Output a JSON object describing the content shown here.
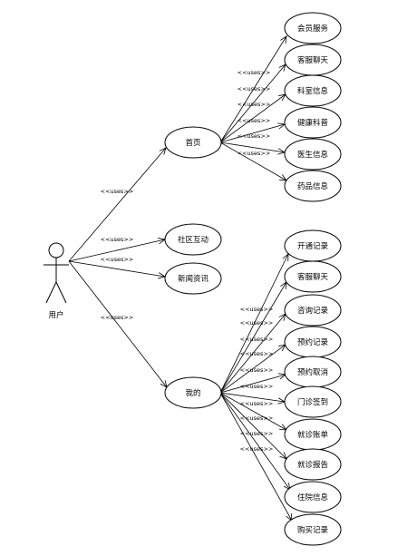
{
  "actor": {
    "label": "用户"
  },
  "stereotype": "<<uses>>",
  "level1": [
    {
      "id": "home",
      "label": "首页"
    },
    {
      "id": "community",
      "label": "社区互动"
    },
    {
      "id": "news",
      "label": "新闻资讯"
    },
    {
      "id": "mine",
      "label": "我的"
    }
  ],
  "home_children": [
    {
      "label": "会员服务"
    },
    {
      "label": "客服聊天"
    },
    {
      "label": "科室信息"
    },
    {
      "label": "健康科普"
    },
    {
      "label": "医生信息"
    },
    {
      "label": "药品信息"
    }
  ],
  "mine_children": [
    {
      "label": "开通记录"
    },
    {
      "label": "客服聊天"
    },
    {
      "label": "咨询记录"
    },
    {
      "label": "预约记录"
    },
    {
      "label": "预约取消"
    },
    {
      "label": "门诊签到"
    },
    {
      "label": "就诊账单"
    },
    {
      "label": "就诊报告"
    },
    {
      "label": "住院信息"
    },
    {
      "label": "购买记录"
    }
  ]
}
